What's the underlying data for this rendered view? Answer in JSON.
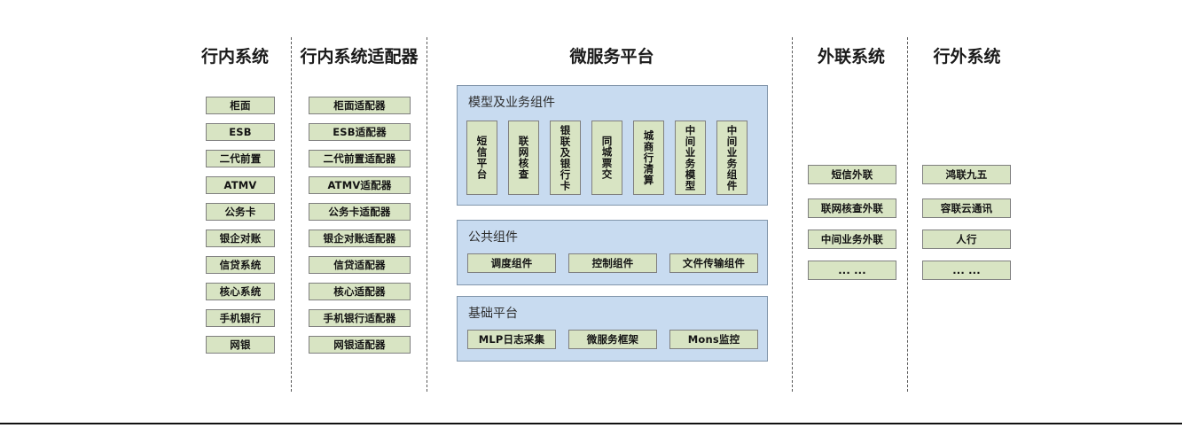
{
  "columns": [
    {
      "id": "internal-systems",
      "title": "行内系统",
      "items": [
        "柜面",
        "ESB",
        "二代前置",
        "ATMV",
        "公务卡",
        "银企对账",
        "信贷系统",
        "核心系统",
        "手机银行",
        "网银"
      ]
    },
    {
      "id": "internal-adapters",
      "title": "行内系统适配器",
      "items": [
        "柜面适配器",
        "ESB适配器",
        "二代前置适配器",
        "ATMV适配器",
        "公务卡适配器",
        "银企对账适配器",
        "信贷适配器",
        "核心适配器",
        "手机银行适配器",
        "网银适配器"
      ]
    },
    {
      "id": "microservice-platform",
      "title": "微服务平台"
    },
    {
      "id": "external-liaison-systems",
      "title": "外联系统",
      "items": [
        "短信外联",
        "联网核查外联",
        "中间业务外联",
        "... ..."
      ]
    },
    {
      "id": "outside-bank-systems",
      "title": "行外系统",
      "items": [
        "鸿联九五",
        "容联云通讯",
        "人行",
        "... ..."
      ]
    }
  ],
  "platform": {
    "groups": [
      {
        "id": "model-and-business-components",
        "title": "模型及业务组件",
        "items": [
          "短信平台",
          "联网核查",
          "银联及银行卡",
          "同城票交",
          "城商行清算",
          "中间业务模型",
          "中间业务组件"
        ]
      },
      {
        "id": "public-components",
        "title": "公共组件",
        "items": [
          "调度组件",
          "控制组件",
          "文件传输组件"
        ]
      },
      {
        "id": "base-platform",
        "title": "基础平台",
        "items": [
          "MLP日志采集",
          "微服务框架",
          "Mons监控"
        ]
      }
    ]
  },
  "colors": {
    "node_fill": "#d8e4c3",
    "node_border": "#7f7f7f",
    "panel_fill": "#c8dbf0",
    "panel_border": "#8296ab",
    "divider": "#5a5a5a",
    "text": "#141414",
    "background": "#ffffff"
  }
}
